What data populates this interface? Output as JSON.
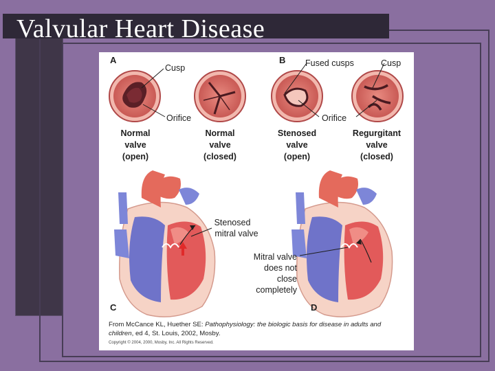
{
  "slide": {
    "title": "Valvular Heart Disease",
    "colors": {
      "background": "#8a6fa0",
      "title_bar": "#2e2837",
      "panel": "#3f3648",
      "frame": "#473d55"
    }
  },
  "figure": {
    "panels": {
      "a": "A",
      "b": "B",
      "c": "C",
      "d": "D"
    },
    "callouts": {
      "cusp_a": "Cusp",
      "orifice_a": "Orifice",
      "fused_cusps": "Fused cusps",
      "cusp_b": "Cusp",
      "orifice_b": "Orifice",
      "stenosed_mitral_1": "Stenosed",
      "stenosed_mitral_2": "mitral valve",
      "mitral_not_close_1": "Mitral valve",
      "mitral_not_close_2": "does not",
      "mitral_not_close_3": "close",
      "mitral_not_close_4": "completely"
    },
    "valve_captions": [
      {
        "line1": "Normal",
        "line2": "valve",
        "line3": "(open)"
      },
      {
        "line1": "Normal",
        "line2": "valve",
        "line3": "(closed)"
      },
      {
        "line1": "Stenosed",
        "line2": "valve",
        "line3": "(open)"
      },
      {
        "line1": "Regurgitant",
        "line2": "valve",
        "line3": "(closed)"
      }
    ],
    "citation": {
      "prefix": "From McCance KL, Huether SE: ",
      "book_title": "Pathophysiology: the biologic basis for disease in adults and children",
      "suffix": ", ed 4, St. Louis, 2002, Mosby.",
      "copyright": "Copyright © 2004, 2000, Mosby, Inc. All Rights Reserved."
    },
    "colors": {
      "valve_tissue": "#d9726a",
      "valve_rim": "#f2b8ae",
      "heart_wall": "#e8908a",
      "left_chamber": "#e25a5a",
      "right_chamber": "#6f73c9",
      "vessel_blue": "#7d86d8",
      "aorta": "#e46a5c"
    }
  }
}
